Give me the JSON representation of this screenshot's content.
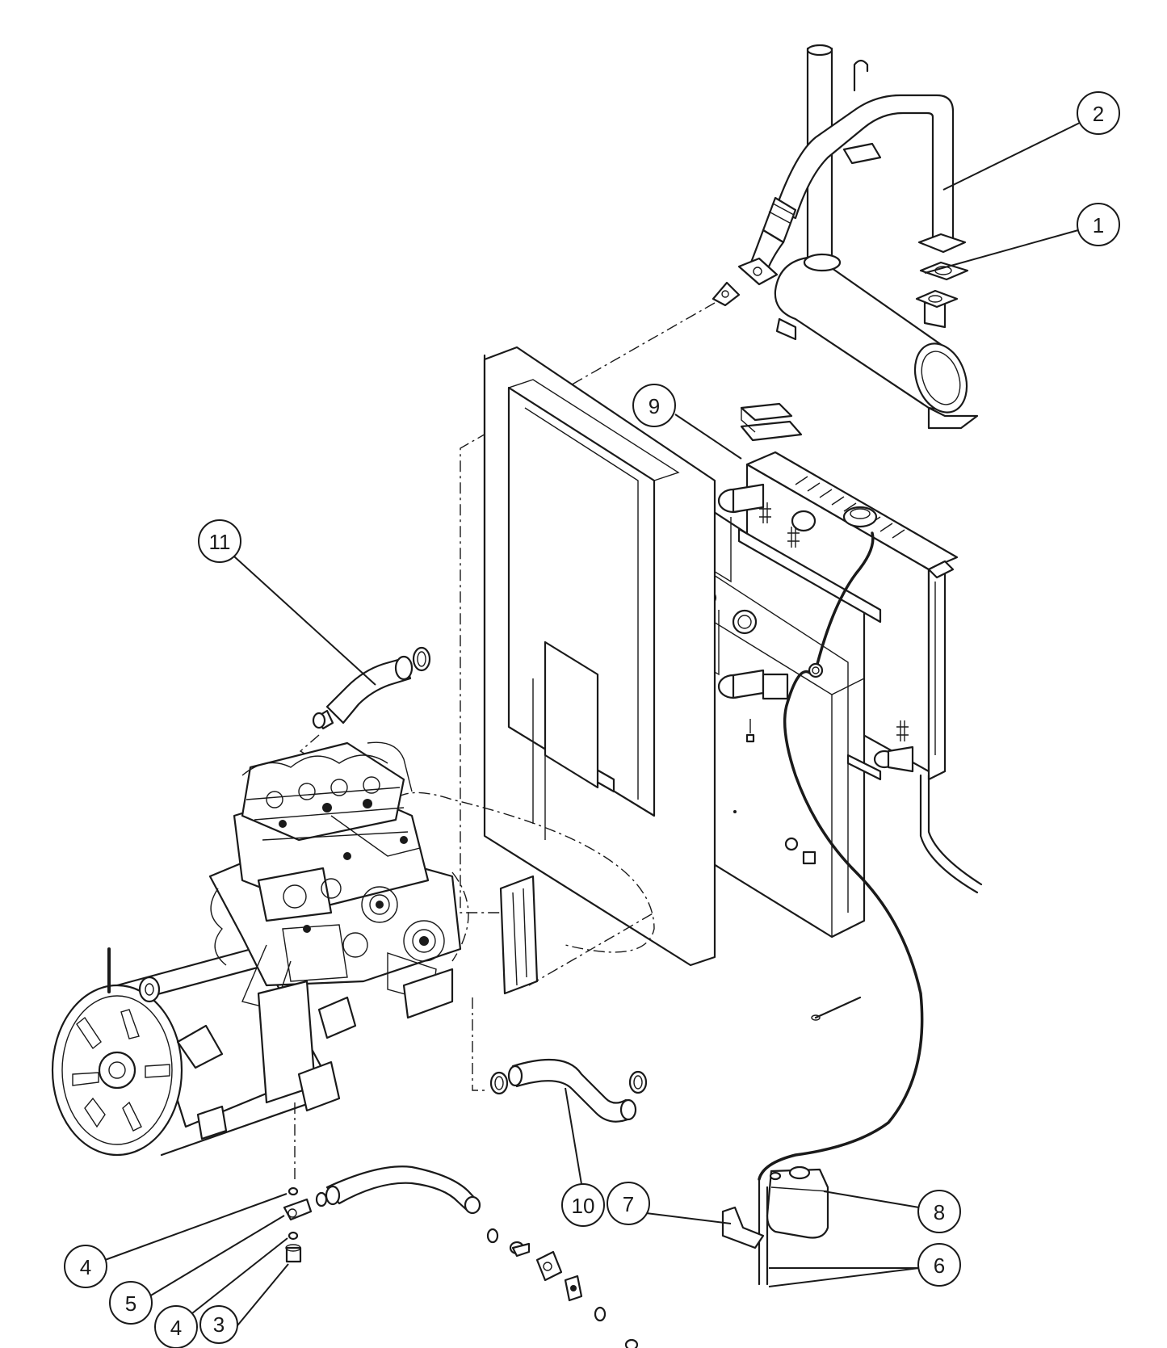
{
  "callouts": [
    {
      "id": "c1",
      "label": "1"
    },
    {
      "id": "c2",
      "label": "2"
    },
    {
      "id": "c3",
      "label": "3"
    },
    {
      "id": "c4a",
      "label": "4"
    },
    {
      "id": "c4b",
      "label": "4"
    },
    {
      "id": "c5",
      "label": "5"
    },
    {
      "id": "c6",
      "label": "6"
    },
    {
      "id": "c7",
      "label": "7"
    },
    {
      "id": "c8",
      "label": "8"
    },
    {
      "id": "c9",
      "label": "9"
    },
    {
      "id": "c10",
      "label": "10"
    },
    {
      "id": "c11",
      "label": "11"
    }
  ]
}
